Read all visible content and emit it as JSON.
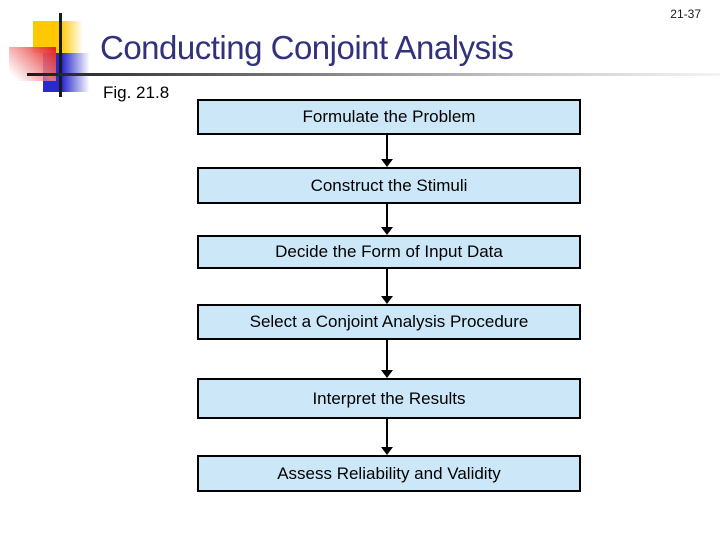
{
  "slide": {
    "page_number": "21-37",
    "title": "Conducting Conjoint Analysis",
    "figure_label": "Fig. 21.8"
  },
  "flowchart": {
    "steps": [
      "Formulate the Problem",
      "Construct the Stimuli",
      "Decide the Form of Input Data",
      "Select a Conjoint Analysis Procedure",
      "Interpret the Results",
      "Assess Reliability and Validity"
    ]
  },
  "colors": {
    "title_text": "#32327c",
    "box_fill": "#cbe7f8",
    "box_border": "#000000",
    "arrow": "#000000",
    "accent_yellow": "#ffc803",
    "accent_red": "#e41e1e",
    "accent_blue": "#2a2acc"
  }
}
